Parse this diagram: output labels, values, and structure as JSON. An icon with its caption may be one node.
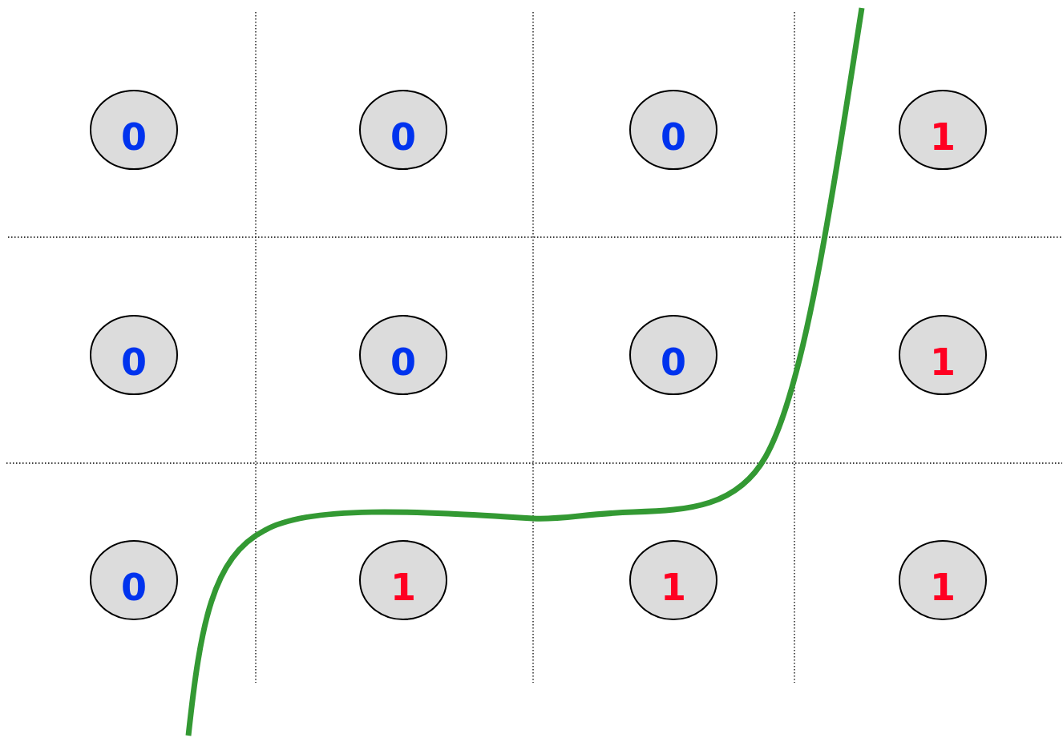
{
  "diagram": {
    "nodes": [
      {
        "text": [
          "0"
        ]
      },
      {
        "text": [
          "0"
        ]
      },
      {
        "text": [
          "0"
        ]
      },
      {
        "text": [
          "1"
        ]
      },
      {
        "text": [
          "0"
        ]
      },
      {
        "text": [
          "0"
        ]
      },
      {
        "text": [
          "0"
        ]
      },
      {
        "text": [
          "1"
        ]
      },
      {
        "text": [
          "0"
        ]
      },
      {
        "text": [
          "1"
        ]
      },
      {
        "text": [
          "1"
        ]
      },
      {
        "text": [
          "1"
        ]
      }
    ]
  }
}
